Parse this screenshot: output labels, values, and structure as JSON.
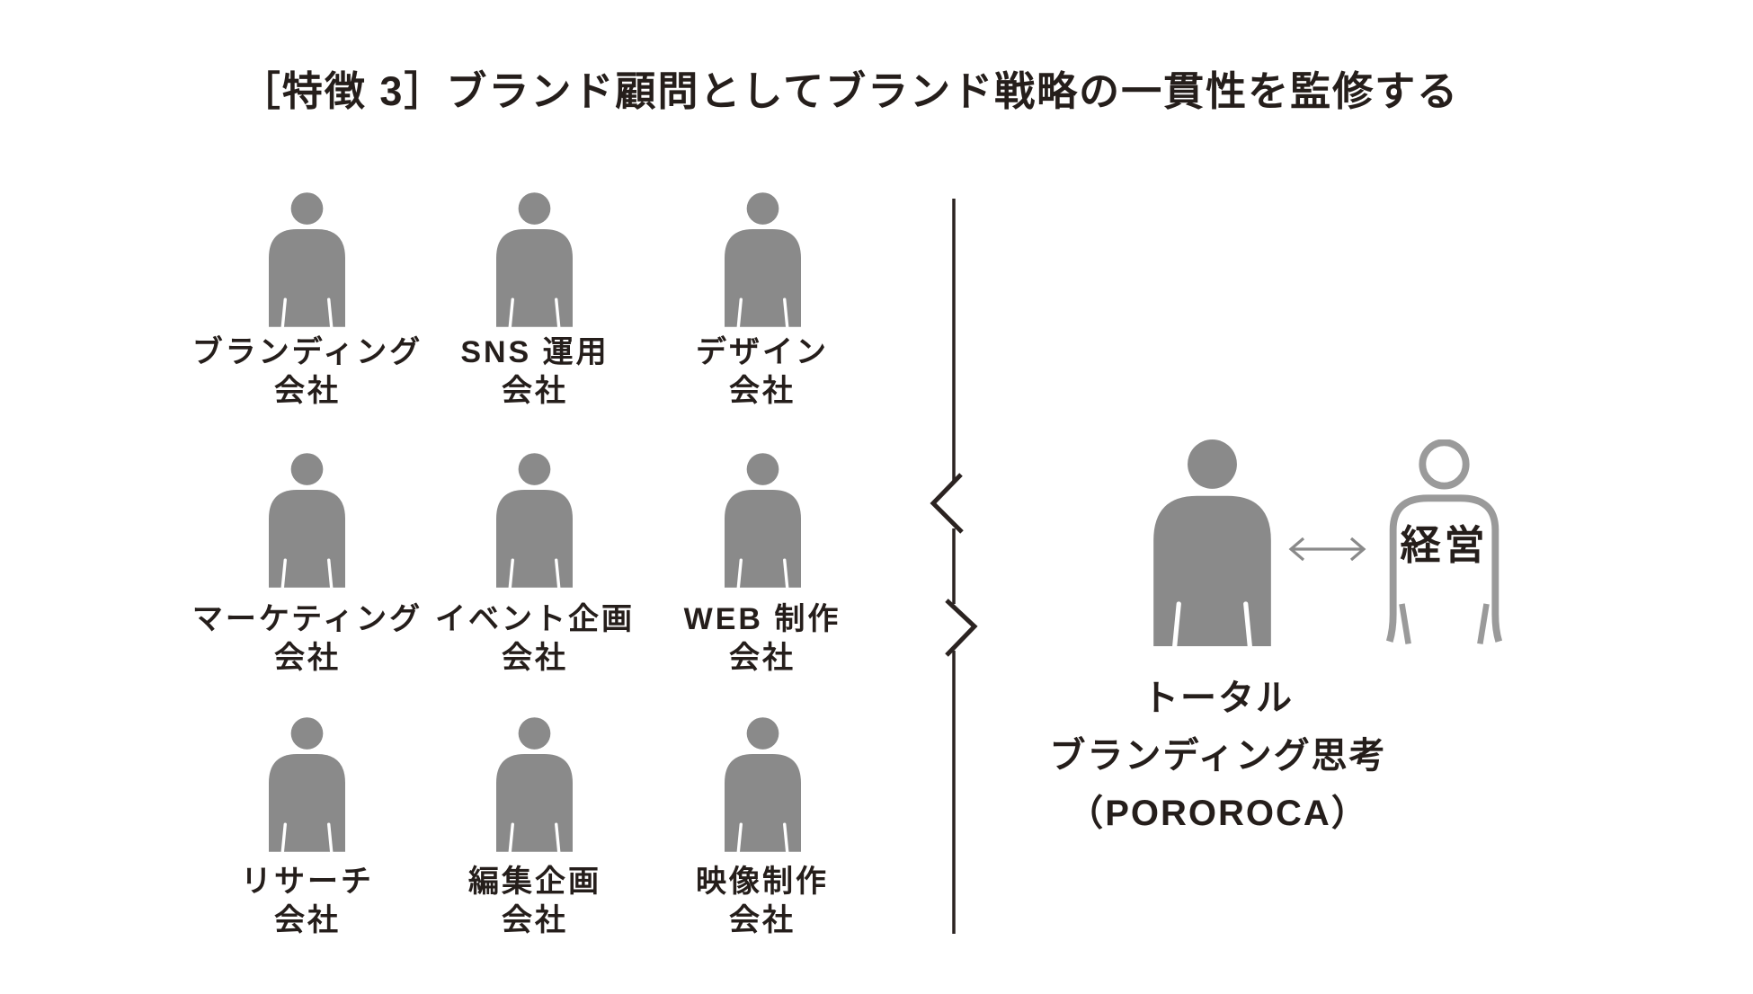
{
  "title": "［特徴 3］ブランド顧問としてブランド戦略の一貫性を監修する",
  "colors": {
    "icon_gray": "#8a8a8a",
    "outline_gray": "#9a9a9a",
    "text_dark": "#251e1b",
    "line_dark": "#2b2321",
    "arrow_gray": "#8a8a8a",
    "background": "#ffffff"
  },
  "grid": {
    "items": [
      {
        "line1": "ブランディング",
        "line2": "会社"
      },
      {
        "line1": "SNS 運用",
        "line2": "会社"
      },
      {
        "line1": "デザイン",
        "line2": "会社"
      },
      {
        "line1": "マーケティング",
        "line2": "会社"
      },
      {
        "line1": "イベント企画",
        "line2": "会社"
      },
      {
        "line1": "WEB 制作",
        "line2": "会社"
      },
      {
        "line1": "リサーチ",
        "line2": "会社"
      },
      {
        "line1": "編集企画",
        "line2": "会社"
      },
      {
        "line1": "映像制作",
        "line2": "会社"
      }
    ]
  },
  "right": {
    "management_label": "経営",
    "caption_lines": [
      "トータル",
      "ブランディング思考",
      "（POROROCA）"
    ]
  },
  "icons": {
    "person_filled": "person-silhouette-icon",
    "person_outline": "person-outline-icon",
    "break_marks": "line-break-mark-icon",
    "double_arrow": "double-headed-arrow-icon"
  }
}
